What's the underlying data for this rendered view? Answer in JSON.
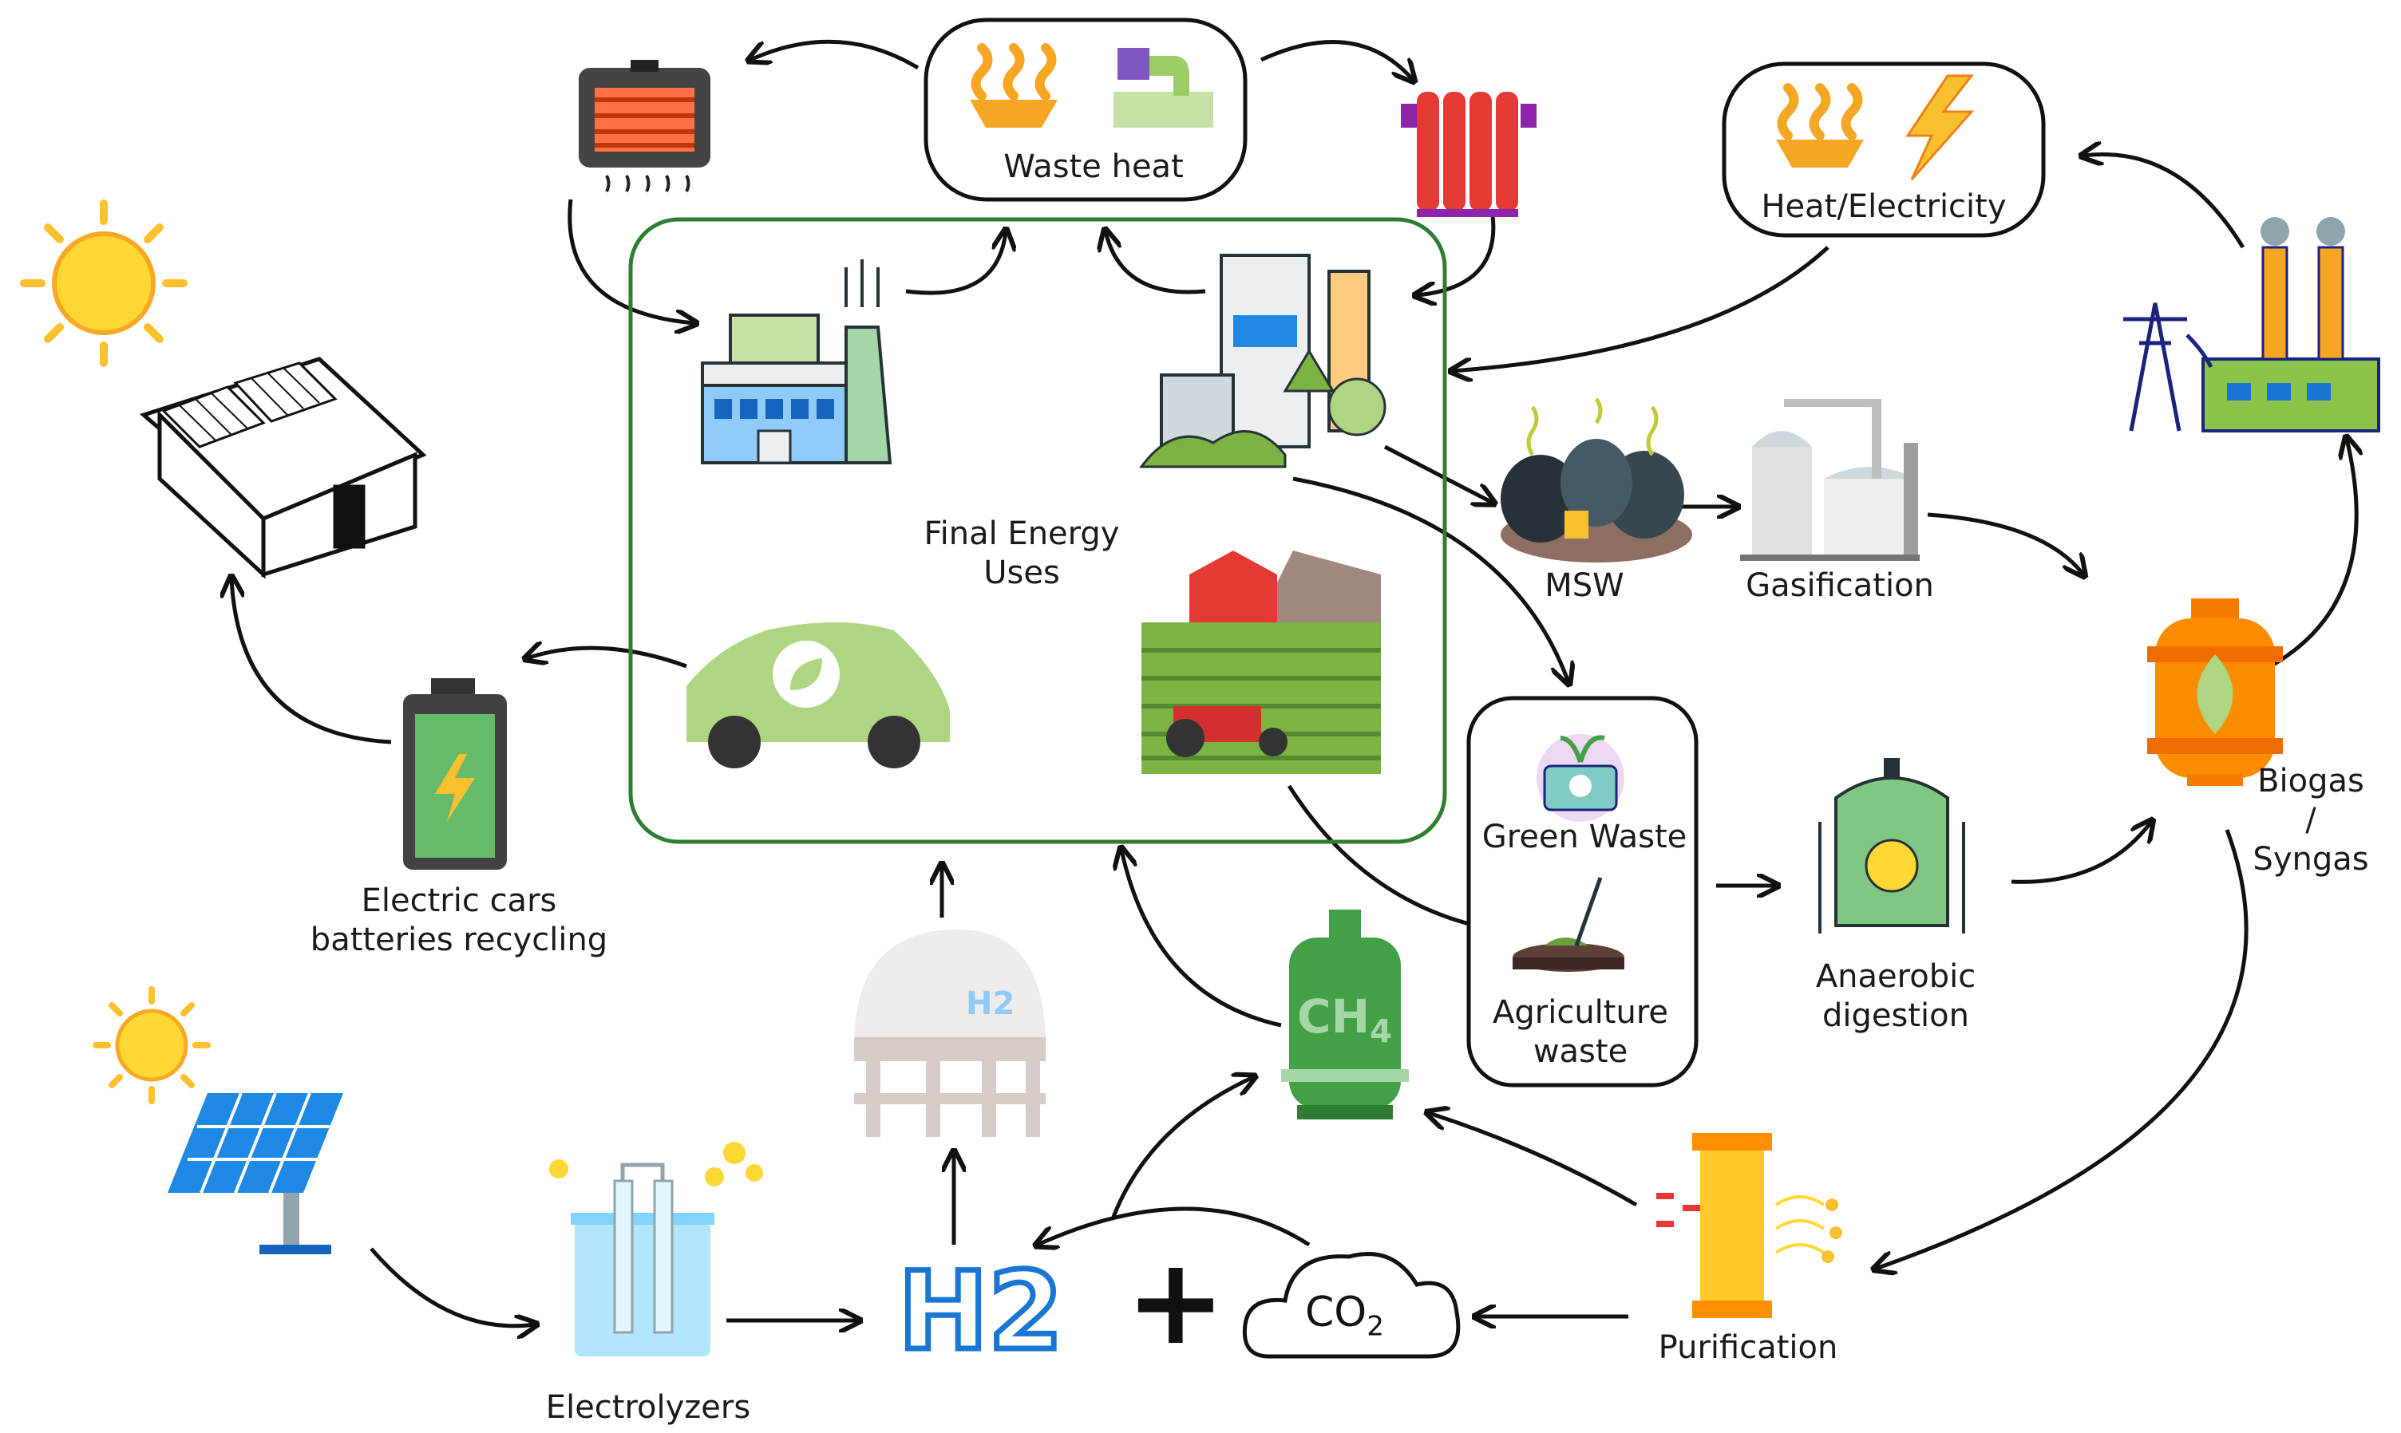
{
  "labels": {
    "waste_heat": "Waste heat",
    "heat_electricity": "Heat/Electricity",
    "final_energy_uses": "Final Energy\nUses",
    "msw": "MSW",
    "gasification": "Gasification",
    "biogas_syngas": "Biogas /\nSyngas",
    "green_waste": "Green Waste",
    "agriculture_waste": "Agriculture\nwaste",
    "anaerobic_digestion": "Anaerobic\ndigestion",
    "ev_batteries": "Electric cars\nbatteries recycling",
    "electrolyzers": "Electrolyzers",
    "purification": "Purification"
  },
  "chemicals": {
    "h2_big": "H2",
    "plus": "+",
    "co2_main": "CO",
    "co2_sub": "2",
    "ch4_main": "CH",
    "ch4_sub": "4",
    "h2_tank": "H2"
  },
  "icons": [
    "radiant-heater-icon",
    "waste-heat-icon",
    "industrial-pipe-icon",
    "radiator-icon",
    "heat-electricity-icon",
    "sun-icon",
    "solar-house-icon",
    "factory-icon",
    "city-buildings-icon",
    "farm-icon",
    "electric-car-icon",
    "battery-icon",
    "garbage-bags-icon",
    "gasification-plant-icon",
    "power-plant-icon",
    "gas-cylinder-icon",
    "green-waste-icon",
    "agriculture-waste-icon",
    "digester-icon",
    "solar-panel-icon",
    "electrolyzer-icon",
    "hydrogen-tank-icon",
    "methane-cylinder-icon",
    "co2-cloud-icon",
    "purification-filter-icon"
  ],
  "colors": {
    "green_frame": "#2e7d32",
    "orange": "#f5a623",
    "green_light": "#a5d6a7",
    "blue": "#1976d2",
    "red": "#e53935",
    "dark": "#222222"
  }
}
